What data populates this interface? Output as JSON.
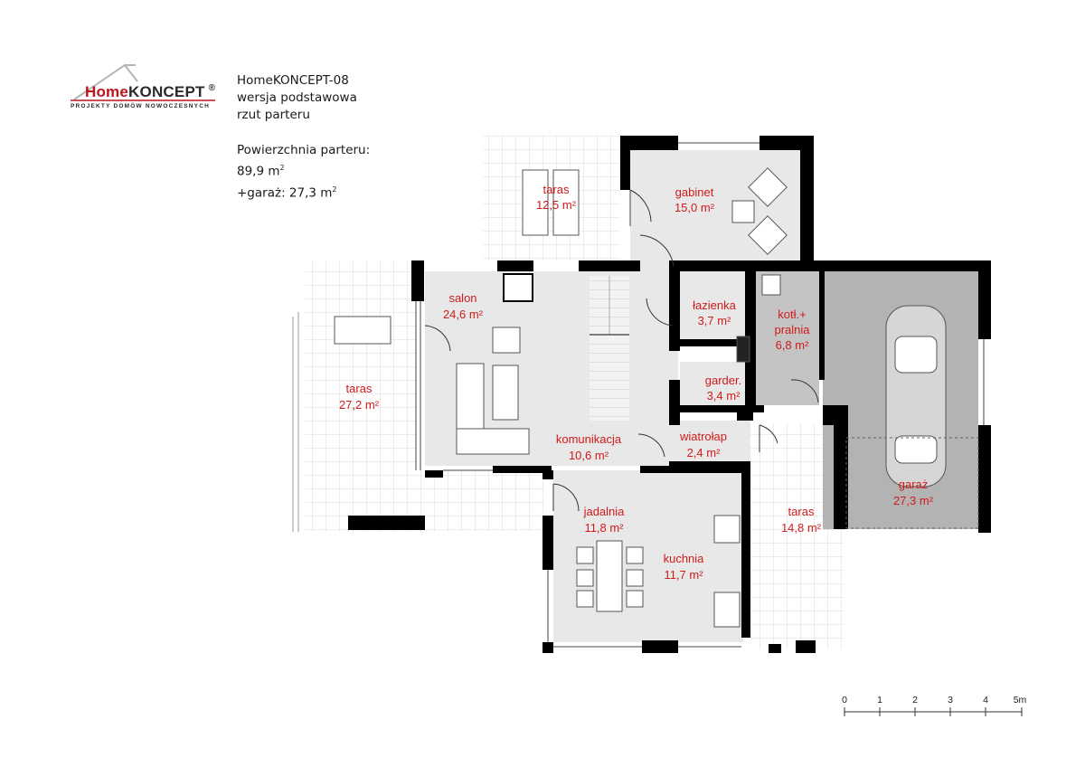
{
  "logo": {
    "brand_home": "Home",
    "brand_koncept": "KONCEPT",
    "registered": "®",
    "tagline": "PROJEKTY DOMÓW NOWOCZESNYCH"
  },
  "project": {
    "name": "HomeKONCEPT-08",
    "version": "wersja podstawowa",
    "view": "rzut parteru",
    "area_label": "Powierzchnia parteru:",
    "area_value": "89,9 m",
    "garage_label": "+garaż: 27,3 m",
    "unit_sup": "2"
  },
  "rooms": [
    {
      "name": "taras",
      "area": "12,5 m²"
    },
    {
      "name": "gabinet",
      "area": "15,0 m²"
    },
    {
      "name": "salon",
      "area": "24,6 m²"
    },
    {
      "name": "łazienka",
      "area": "3,7 m²"
    },
    {
      "name": "kotł.+",
      "name2": "pralnia",
      "area": "6,8 m²"
    },
    {
      "name": "taras",
      "area": "27,2 m²"
    },
    {
      "name": "garder.",
      "area": "3,4 m²"
    },
    {
      "name": "komunikacja",
      "area": "10,6 m²"
    },
    {
      "name": "wiatrołap",
      "area": "2,4 m²"
    },
    {
      "name": "garaż",
      "area": "27,3 m²"
    },
    {
      "name": "jadalnia",
      "area": "11,8 m²"
    },
    {
      "name": "taras",
      "area": "14,8 m²"
    },
    {
      "name": "kuchnia",
      "area": "11,7 m²"
    }
  ],
  "scale": {
    "ticks": [
      "0",
      "1",
      "2",
      "3",
      "4",
      "5m"
    ]
  },
  "colors": {
    "room_fill": "#e8e8e8",
    "garage_fill": "#b3b3b3",
    "boiler_fill": "#c4c4c4",
    "wall": "#000000",
    "label": "#d11a1a"
  }
}
